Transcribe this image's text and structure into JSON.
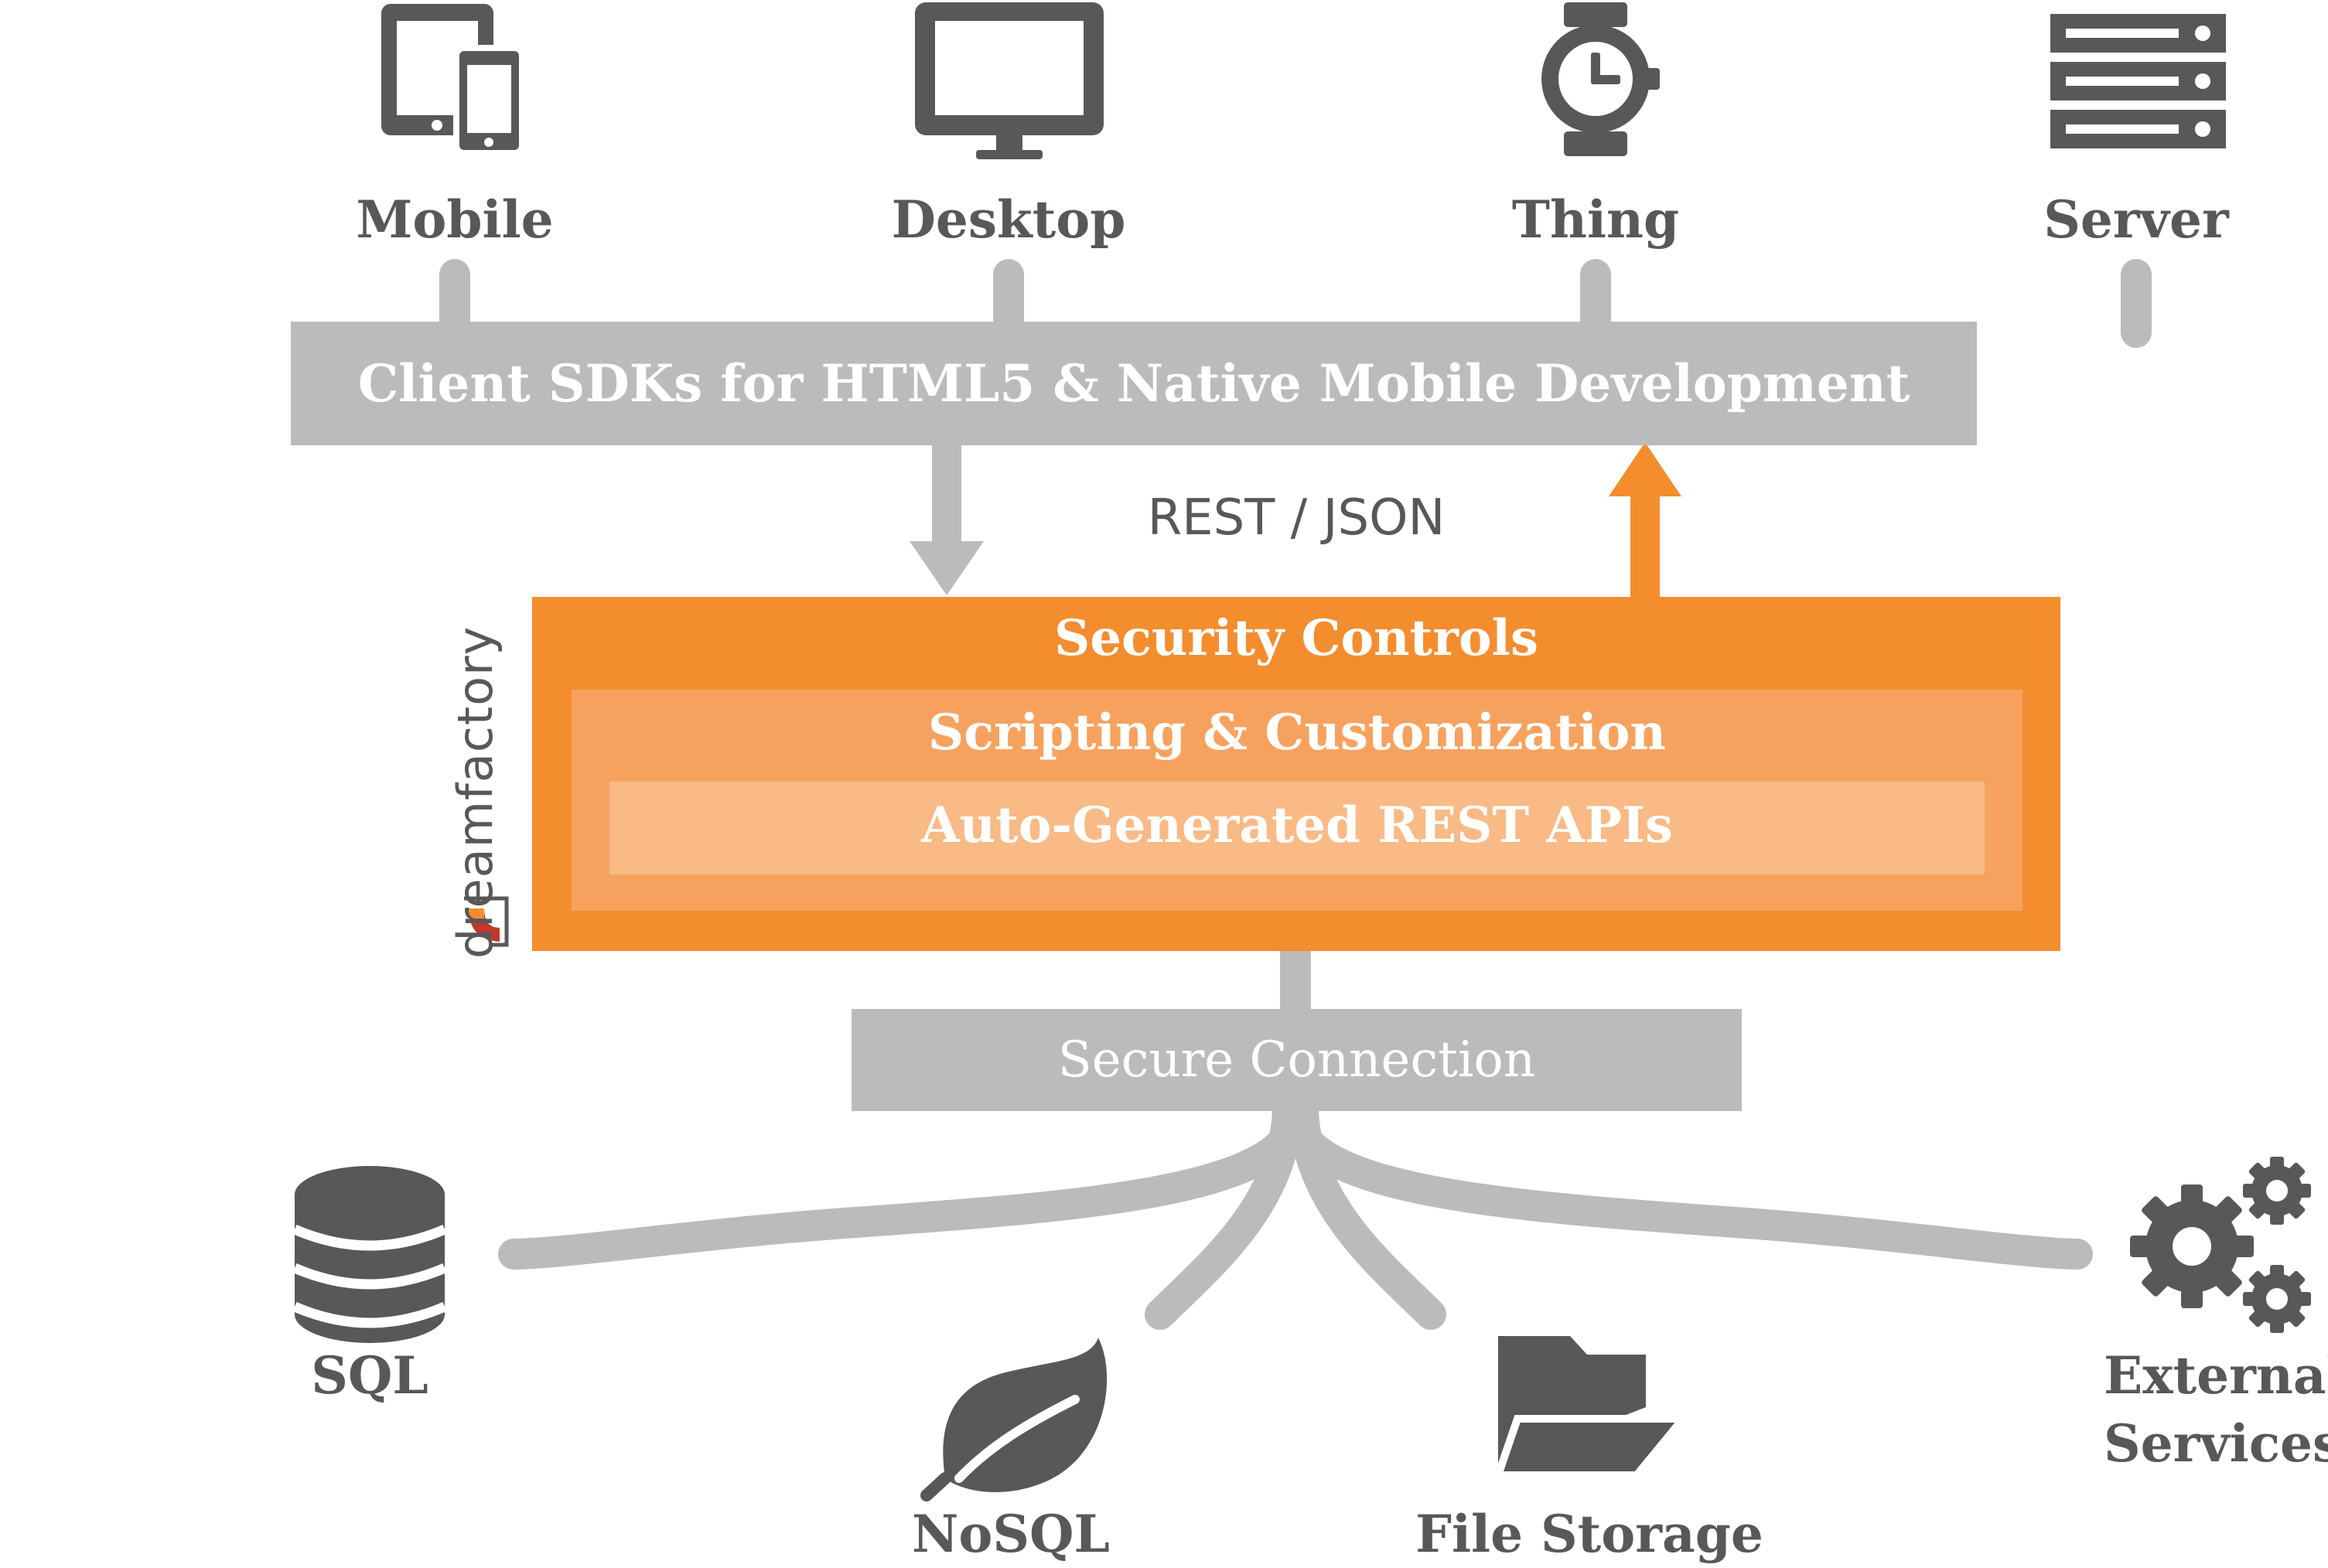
{
  "clients": [
    {
      "label": "Mobile",
      "icon": "mobile-devices-icon"
    },
    {
      "label": "Desktop",
      "icon": "desktop-monitor-icon"
    },
    {
      "label": "Thing",
      "icon": "smartwatch-icon"
    },
    {
      "label": "Server",
      "icon": "server-rack-icon"
    }
  ],
  "sdk_bar": {
    "label": "Client SDKs for HTML5 & Native Mobile Development"
  },
  "protocol": {
    "label": "REST / JSON"
  },
  "brand": {
    "name": "dreamfactory",
    "logo_icon": "dreamfactory-logo-icon"
  },
  "layers": {
    "security": "Security Controls",
    "scripting": "Scripting & Customization",
    "apis": "Auto-Generated REST APIs"
  },
  "connection": {
    "label": "Secure Connection"
  },
  "sources": [
    {
      "label": "SQL",
      "icon": "database-icon"
    },
    {
      "label": "NoSQL",
      "icon": "leaf-icon"
    },
    {
      "label": "File Storage",
      "icon": "folder-icon"
    },
    {
      "label": "External Services",
      "icon": "gears-icon"
    }
  ],
  "colors": {
    "accent_orange": "#f48d2e",
    "mid_orange": "#f6a25e",
    "light_orange": "#f9ba86",
    "bar_gray": "#bcbbbb",
    "icon_dark": "#58585a"
  }
}
